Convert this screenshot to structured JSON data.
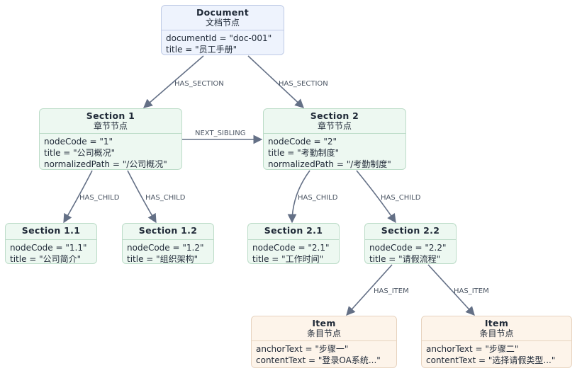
{
  "nodes": {
    "document": {
      "title": "Document",
      "subtitle": "文档节点",
      "attrs": [
        "documentId = \"doc-001\"",
        "title = \"员工手册\""
      ]
    },
    "section1": {
      "title": "Section 1",
      "subtitle": "章节节点",
      "attrs": [
        "nodeCode = \"1\"",
        "title = \"公司概况\"",
        "normalizedPath = \"/公司概况\""
      ]
    },
    "section2": {
      "title": "Section 2",
      "subtitle": "章节节点",
      "attrs": [
        "nodeCode = \"2\"",
        "title = \"考勤制度\"",
        "normalizedPath = \"/考勤制度\""
      ]
    },
    "section11": {
      "title": "Section 1.1",
      "attrs": [
        "nodeCode = \"1.1\"",
        "title = \"公司简介\""
      ]
    },
    "section12": {
      "title": "Section 1.2",
      "attrs": [
        "nodeCode = \"1.2\"",
        "title = \"组织架构\""
      ]
    },
    "section21": {
      "title": "Section 2.1",
      "attrs": [
        "nodeCode = \"2.1\"",
        "title = \"工作时间\""
      ]
    },
    "section22": {
      "title": "Section 2.2",
      "attrs": [
        "nodeCode = \"2.2\"",
        "title = \"请假流程\""
      ]
    },
    "item1": {
      "title": "Item",
      "subtitle": "条目节点",
      "attrs": [
        "anchorText = \"步骤一\"",
        "contentText = \"登录OA系统...\""
      ]
    },
    "item2": {
      "title": "Item",
      "subtitle": "条目节点",
      "attrs": [
        "anchorText = \"步骤二\"",
        "contentText = \"选择请假类型...\""
      ]
    }
  },
  "edges": [
    {
      "from": "document",
      "to": "section1",
      "label": "HAS_SECTION"
    },
    {
      "from": "document",
      "to": "section2",
      "label": "HAS_SECTION"
    },
    {
      "from": "section1",
      "to": "section2",
      "label": "NEXT_SIBLING"
    },
    {
      "from": "section1",
      "to": "section11",
      "label": "HAS_CHILD"
    },
    {
      "from": "section1",
      "to": "section12",
      "label": "HAS_CHILD"
    },
    {
      "from": "section2",
      "to": "section21",
      "label": "HAS_CHILD"
    },
    {
      "from": "section2",
      "to": "section22",
      "label": "HAS_CHILD"
    },
    {
      "from": "section22",
      "to": "item1",
      "label": "HAS_ITEM"
    },
    {
      "from": "section22",
      "to": "item2",
      "label": "HAS_ITEM"
    }
  ],
  "colors": {
    "document_fill": "#eef3fd",
    "section_fill": "#edf8f1",
    "item_fill": "#fdf4ea",
    "edge": "#647086"
  }
}
